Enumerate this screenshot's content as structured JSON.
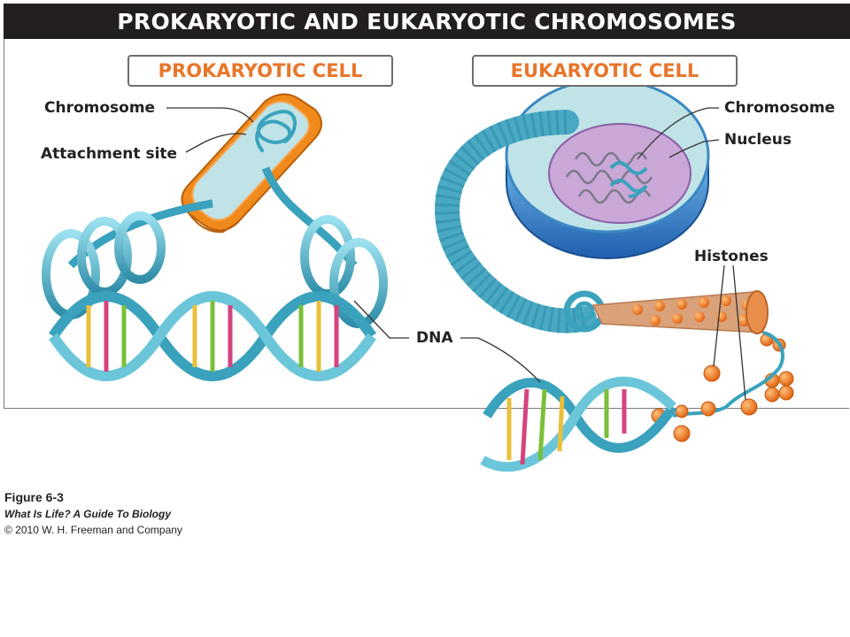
{
  "title": "PROKARYOTIC AND EUKARYOTIC CHROMOSOMES",
  "panels": {
    "prokaryotic": {
      "heading": "PROKARYOTIC CELL",
      "labels": {
        "chromosome": "Chromosome",
        "attachment": "Attachment site"
      }
    },
    "eukaryotic": {
      "heading": "EUKARYOTIC CELL",
      "labels": {
        "chromosome": "Chromosome",
        "nucleus": "Nucleus",
        "histones": "Histones"
      }
    },
    "shared_label": "DNA"
  },
  "caption": {
    "figure": "Figure 6-3",
    "book": "What Is Life? A Guide To Biology",
    "copyright": "© 2010 W. H. Freeman and Company"
  },
  "colors": {
    "title_bg": "#231f20",
    "heading_text": "#e8762a",
    "dna_strand": "#5bb8cc",
    "cell_wall": "#f08a1c",
    "cytoplasm": "#bfe3e6",
    "nucleus": "#c9a7d6",
    "histone": "#f07a22"
  }
}
